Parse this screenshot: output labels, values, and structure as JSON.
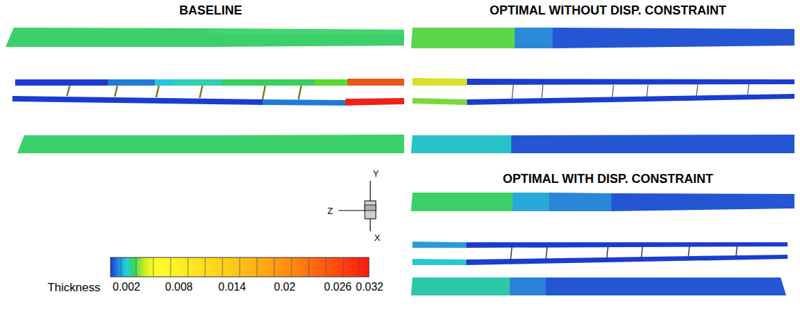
{
  "diagram": {
    "labels": [
      "BASELINE",
      "OPTIMAL WITHOUT DISP. CONSTRAINT",
      "OPTIMAL WITH DISP. CONSTRAINT",
      "Y",
      "Z",
      "X",
      "Thickness",
      "0.002",
      "0.008",
      "0.014",
      "0.02",
      "0.026",
      "0.032"
    ]
  }
}
